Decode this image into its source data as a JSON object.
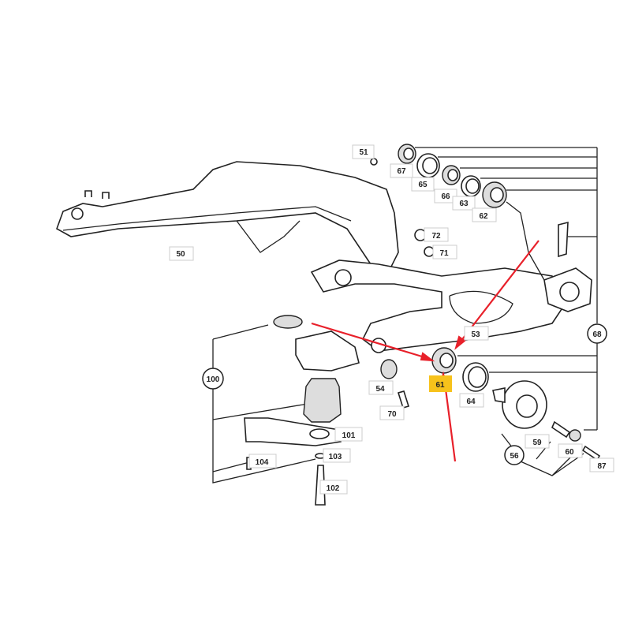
{
  "diagram": {
    "highlight_color": "#f7c21b",
    "arrow_color": "#e8202a",
    "callouts": {
      "p51": "51",
      "p67": "67",
      "p65": "65",
      "p66": "66",
      "p63": "63",
      "p62": "62",
      "p50": "50",
      "p72": "72",
      "p71": "71",
      "p53": "53",
      "p68": "68",
      "p61": "61",
      "p54": "54",
      "p70": "70",
      "p64": "64",
      "p100": "100",
      "p101": "101",
      "p104": "104",
      "p103": "103",
      "p102": "102",
      "p56": "56",
      "p59": "59",
      "p60": "60",
      "p87": "87"
    }
  }
}
